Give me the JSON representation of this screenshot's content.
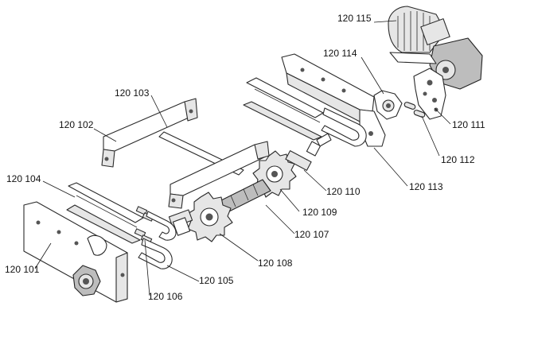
{
  "callouts": [
    {
      "id": "p115",
      "label": "120 115"
    },
    {
      "id": "p114",
      "label": "120 114"
    },
    {
      "id": "p111",
      "label": "120 111"
    },
    {
      "id": "p112",
      "label": "120 112"
    },
    {
      "id": "p113",
      "label": "120 113"
    },
    {
      "id": "p103",
      "label": "120 103"
    },
    {
      "id": "p102",
      "label": "120 102"
    },
    {
      "id": "p110",
      "label": "120 110"
    },
    {
      "id": "p109",
      "label": "120 109"
    },
    {
      "id": "p107",
      "label": "120 107"
    },
    {
      "id": "p104",
      "label": "120 104"
    },
    {
      "id": "p108",
      "label": "120 108"
    },
    {
      "id": "p101",
      "label": "120 101"
    },
    {
      "id": "p105",
      "label": "120 105"
    },
    {
      "id": "p106",
      "label": "120 106"
    }
  ]
}
